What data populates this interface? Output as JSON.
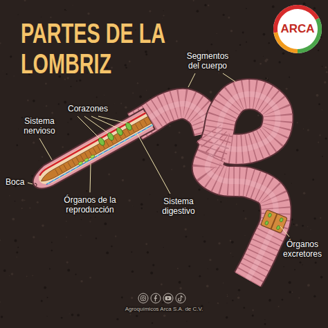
{
  "diagram": {
    "title": "PARTES DE LA LOMBRIZ",
    "nodes": [
      {
        "text": [
          "ARCA"
        ]
      }
    ],
    "labels": [
      "Segmentos del cuerpo",
      "Corazones",
      "Sistema nervioso",
      "Boca",
      "Órganos de la reproducción",
      "Sistema digestivo",
      "Órganos excretores",
      "Agroquímicos Arca S.A. de C.V."
    ]
  }
}
